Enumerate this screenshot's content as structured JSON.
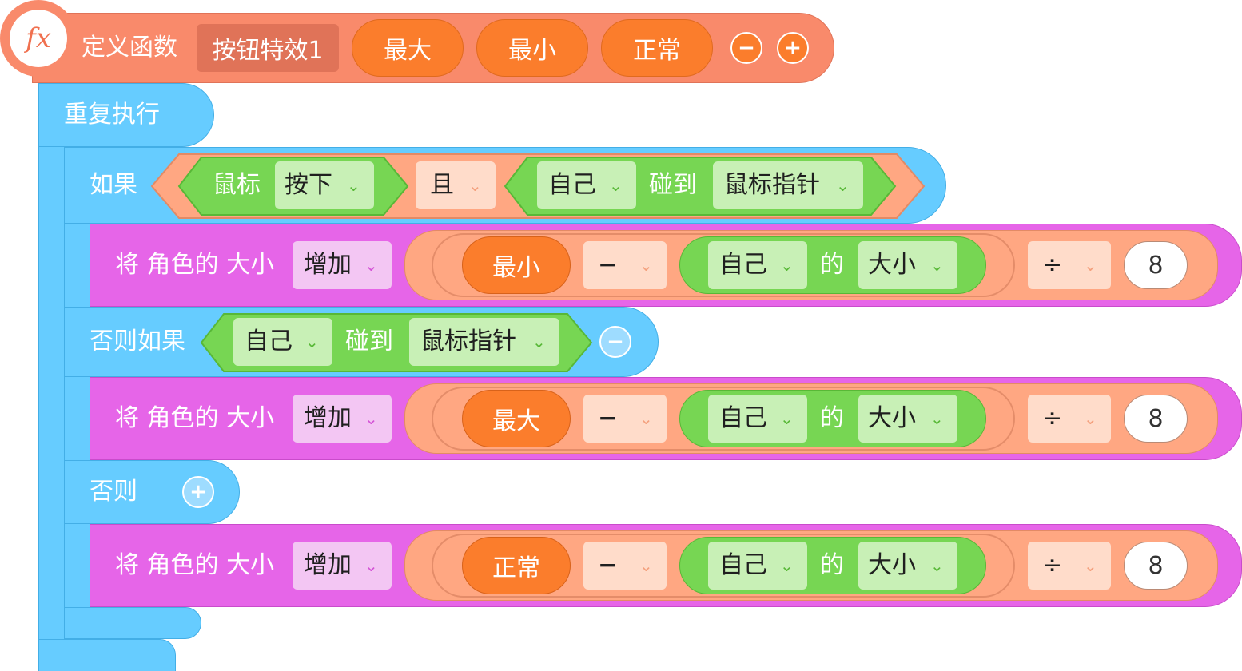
{
  "define": {
    "fx_icon": "fx",
    "label": "定义函数",
    "name": "按钮特效1",
    "params": [
      "最大",
      "最小",
      "正常"
    ],
    "minus": "−",
    "plus": "+"
  },
  "loop": {
    "label": "重复执行"
  },
  "if_block": {
    "if_label": "如果",
    "mouse_label": "鼠标",
    "mouse_state": "按下",
    "logic_op": "且",
    "self_label": "自己",
    "touch_label": "碰到",
    "touch_target": "鼠标指针",
    "elseif_label": "否则如果",
    "elseif_self": "自己",
    "elseif_touch": "碰到",
    "elseif_target": "鼠标指针",
    "elseif_minus": "−",
    "else_label": "否则",
    "else_plus": "+"
  },
  "actions": [
    {
      "prefix": "将 角色的 大小",
      "op": "增加",
      "var": "最小",
      "minus_op": "−",
      "self": "自己",
      "of": "的",
      "prop": "大小",
      "div": "÷",
      "num": "8"
    },
    {
      "prefix": "将 角色的 大小",
      "op": "增加",
      "var": "最大",
      "minus_op": "−",
      "self": "自己",
      "of": "的",
      "prop": "大小",
      "div": "÷",
      "num": "8"
    },
    {
      "prefix": "将 角色的 大小",
      "op": "增加",
      "var": "正常",
      "minus_op": "−",
      "self": "自己",
      "of": "的",
      "prop": "大小",
      "div": "÷",
      "num": "8"
    }
  ],
  "colors": {
    "define": "#f98a6b",
    "control": "#66ccff",
    "looks": "#e665e8",
    "operator": "#ffa782",
    "sensing": "#77d653",
    "variable": "#fb7d2c"
  }
}
